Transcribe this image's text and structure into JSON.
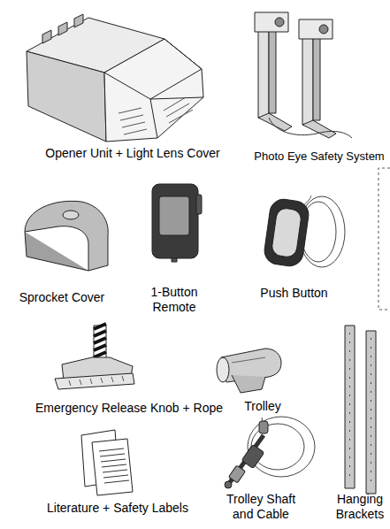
{
  "diagram": {
    "labels": [
      "Opener Unit + Light Lens Cover",
      "Photo Eye Safety System",
      "Sprocket Cover",
      "1-Button Remote",
      "Push Button",
      "Emergency Release Knob + Rope",
      "Trolley",
      "Literature + Safety Labels",
      "Trolley Shaft and Cable",
      "Hanging Brackets"
    ]
  }
}
